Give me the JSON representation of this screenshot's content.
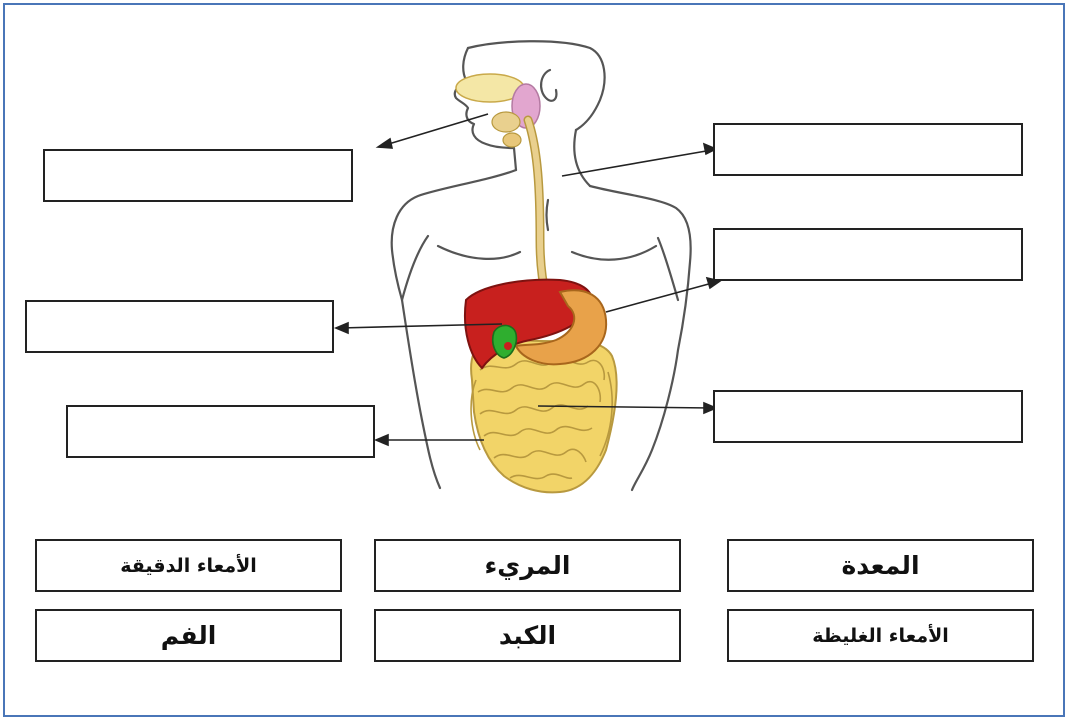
{
  "word_bank": [
    {
      "id": "stomach",
      "text": "المعدة"
    },
    {
      "id": "esophagus",
      "text": "المريء"
    },
    {
      "id": "small-intestine",
      "text": "الأمعاء الدقيقة"
    },
    {
      "id": "large-intestine",
      "text": "الأمعاء الغليظة"
    },
    {
      "id": "liver",
      "text": "الكبد"
    },
    {
      "id": "mouth",
      "text": "الفم"
    }
  ],
  "colors": {
    "frame": "#4a76b8",
    "liver": "#c8201e",
    "gallbladder": "#2fae2f",
    "stomach": "#e8a24a",
    "esophagus": "#e9d08e",
    "intestine": "#f2d468",
    "salivary": "#e2a6cf"
  },
  "icons": [
    "human-torso-outline",
    "digestive-system-illustration",
    "pointer-arrow"
  ]
}
